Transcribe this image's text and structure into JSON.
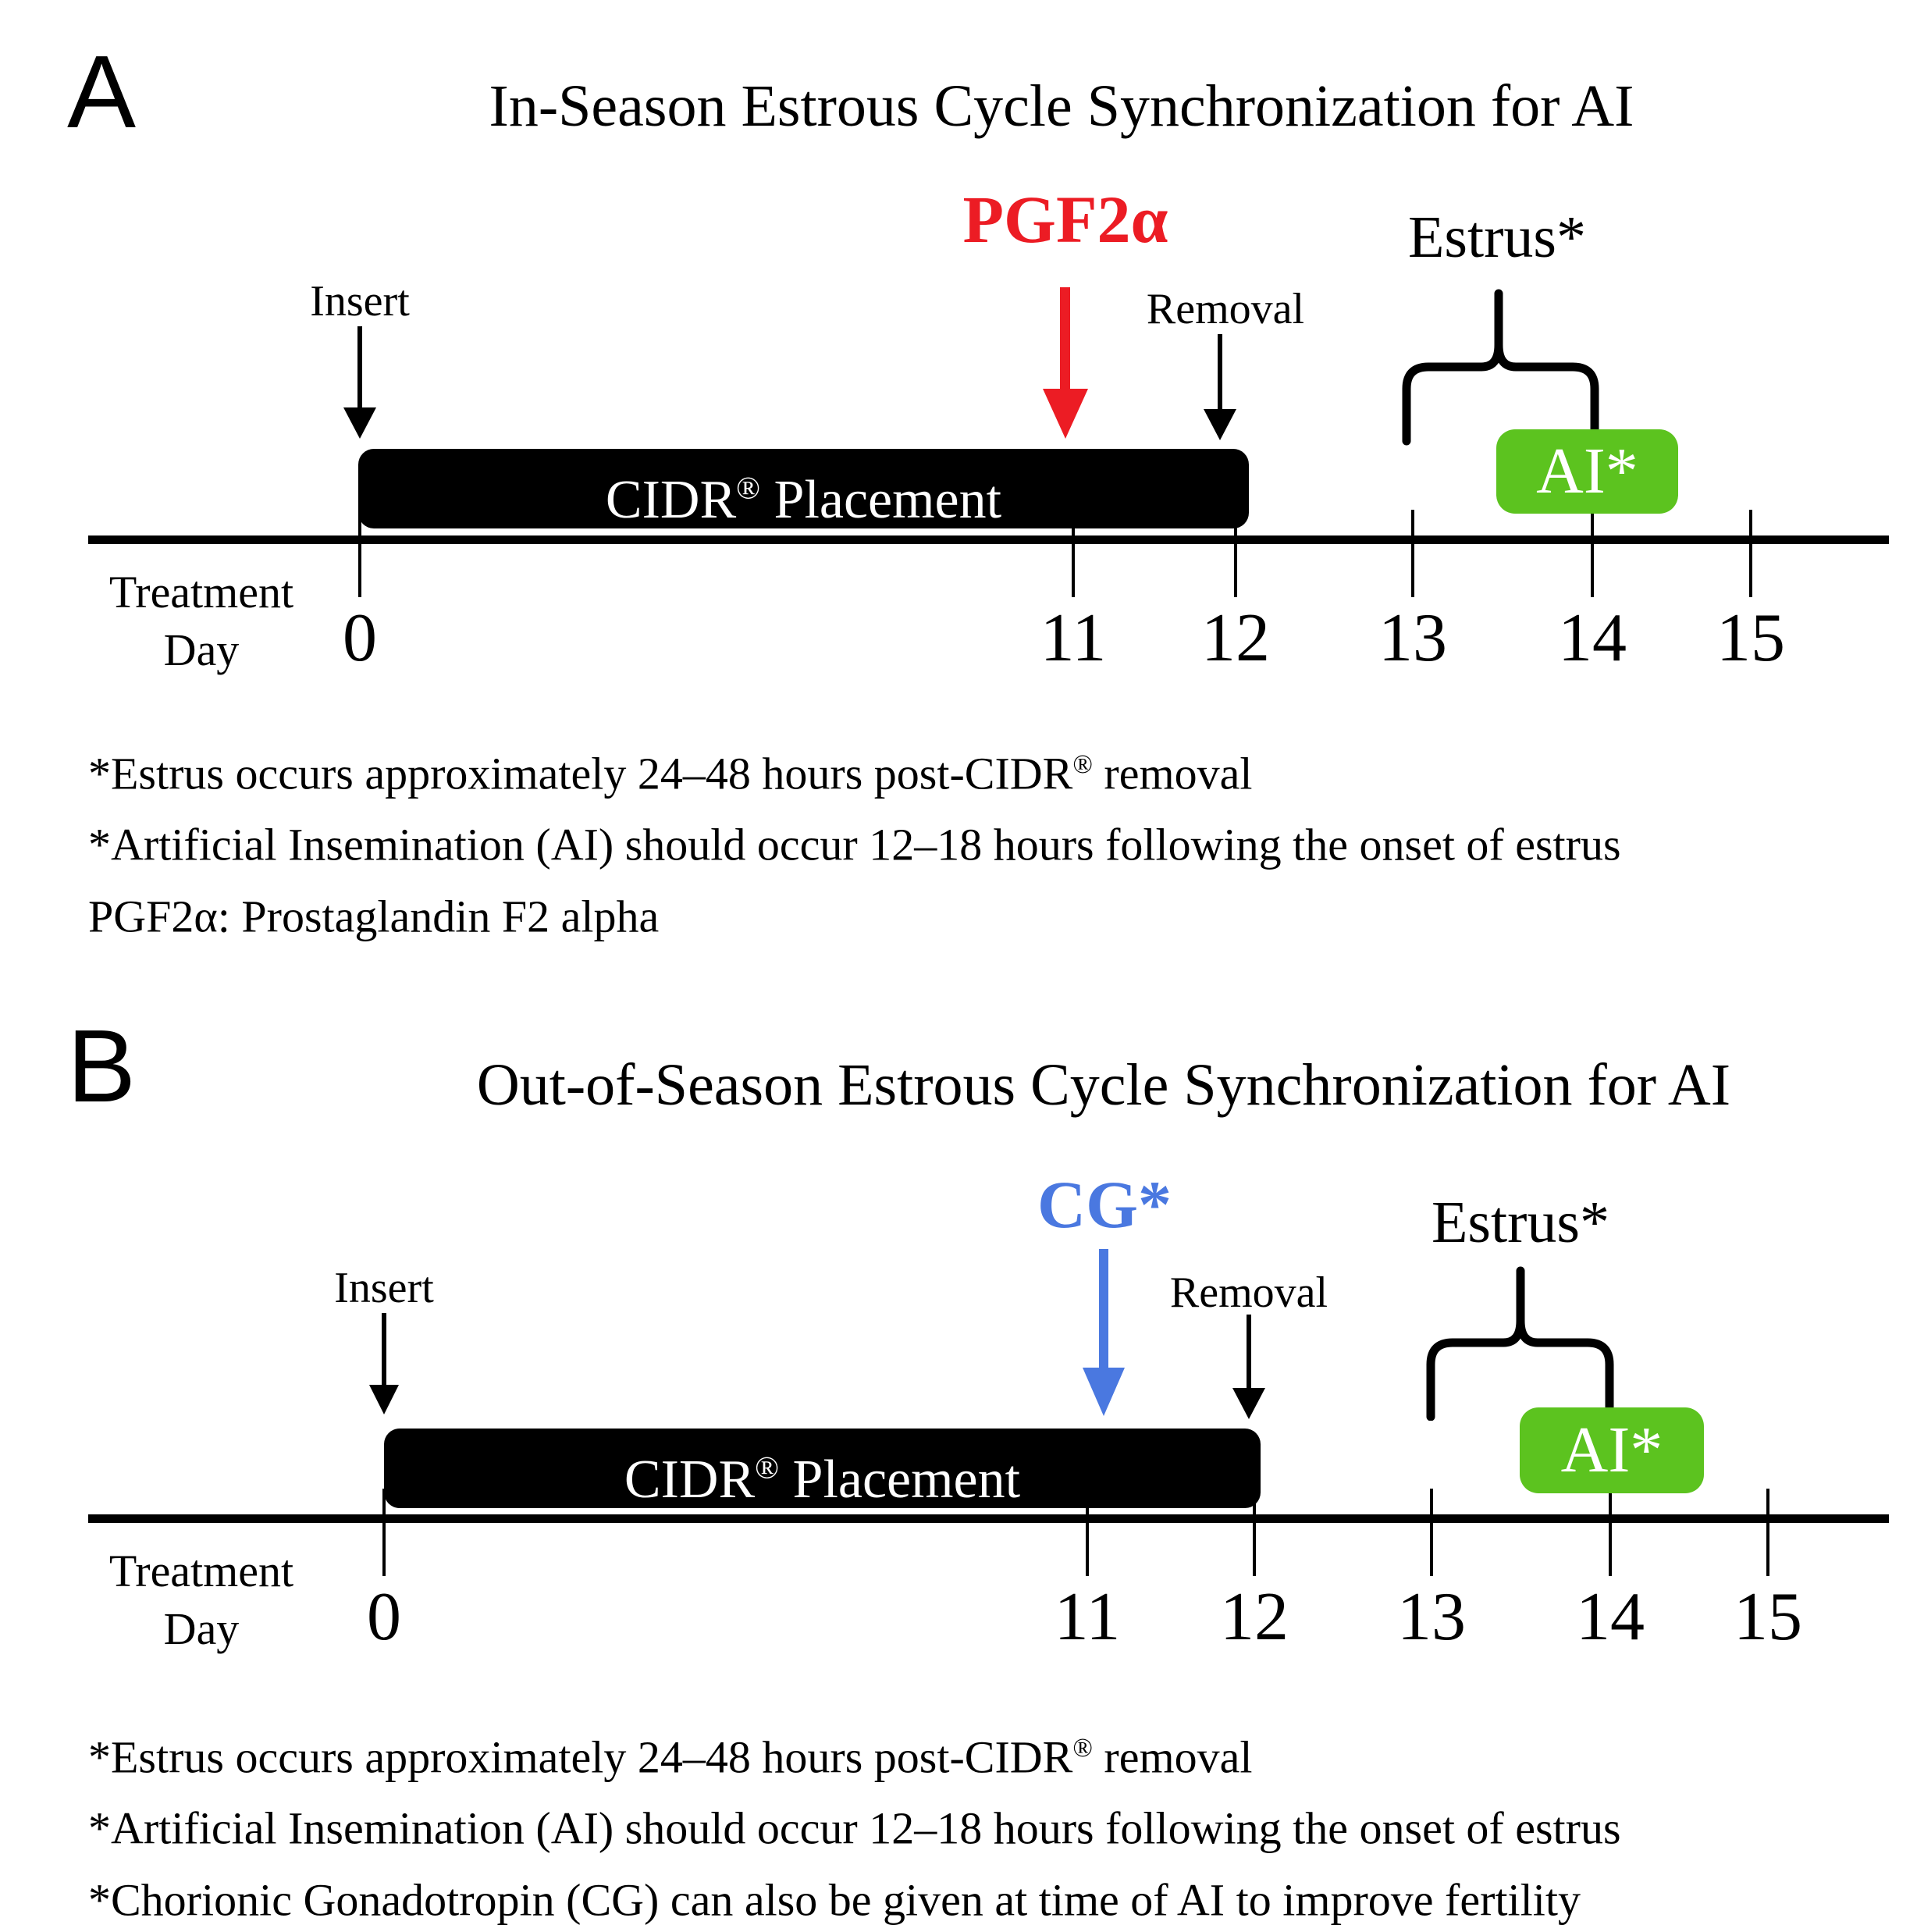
{
  "colors": {
    "red": "#EC1C24",
    "blue": "#4A78E0",
    "green": "#5CC31F",
    "bar_black": "#000000",
    "text_white": "#FFFFFF"
  },
  "panels": [
    {
      "letter": "A",
      "title": "In-Season Estrous Cycle Synchronization for AI",
      "drug_label": "PGF2α",
      "insert_label": "Insert",
      "removal_label": "Removal",
      "estrus_label": "Estrus*",
      "ai_label": "AI*",
      "cidr_prefix": "CIDR",
      "registered_mark": "®",
      "cidr_suffix": " Placement",
      "axis_label_line1": "Treatment",
      "axis_label_line2": "Day",
      "days": [
        "0",
        "11",
        "12",
        "13",
        "14",
        "15"
      ],
      "events": {
        "insert_day": "0",
        "injection_label": "PGF2α",
        "injection_day": "11",
        "removal_day": "12",
        "estrus_window_days": "13–14",
        "ai_day": "14"
      },
      "footnotes": [
        {
          "pre": "*Estrus occurs approximately 24–48 hours post-CIDR",
          "sup": "®",
          "post": " removal"
        },
        {
          "pre": "*Artificial Insemination (AI) should occur 12–18 hours following the onset of estrus",
          "sup": "",
          "post": ""
        },
        {
          "pre": "PGF2α: Prostaglandin F2 alpha",
          "sup": "",
          "post": ""
        }
      ]
    },
    {
      "letter": "B",
      "title": "Out-of-Season Estrous Cycle Synchronization for AI",
      "drug_label": "CG*",
      "insert_label": "Insert",
      "removal_label": "Removal",
      "estrus_label": "Estrus*",
      "ai_label": "AI*",
      "cidr_prefix": "CIDR",
      "registered_mark": "®",
      "cidr_suffix": " Placement",
      "axis_label_line1": "Treatment",
      "axis_label_line2": "Day",
      "days": [
        "0",
        "11",
        "12",
        "13",
        "14",
        "15"
      ],
      "events": {
        "insert_day": "0",
        "injection_label": "CG*",
        "injection_day": "11",
        "removal_day": "12",
        "estrus_window_days": "13–14",
        "ai_day": "14"
      },
      "footnotes": [
        {
          "pre": "*Estrus occurs approximately 24–48 hours post-CIDR",
          "sup": "®",
          "post": " removal"
        },
        {
          "pre": "*Artificial Insemination (AI) should occur 12–18 hours following the onset of estrus",
          "sup": "",
          "post": ""
        },
        {
          "pre": "*Chorionic Gonadotropin (CG) can also be given at time of AI to improve fertility",
          "sup": "",
          "post": ""
        }
      ]
    }
  ]
}
